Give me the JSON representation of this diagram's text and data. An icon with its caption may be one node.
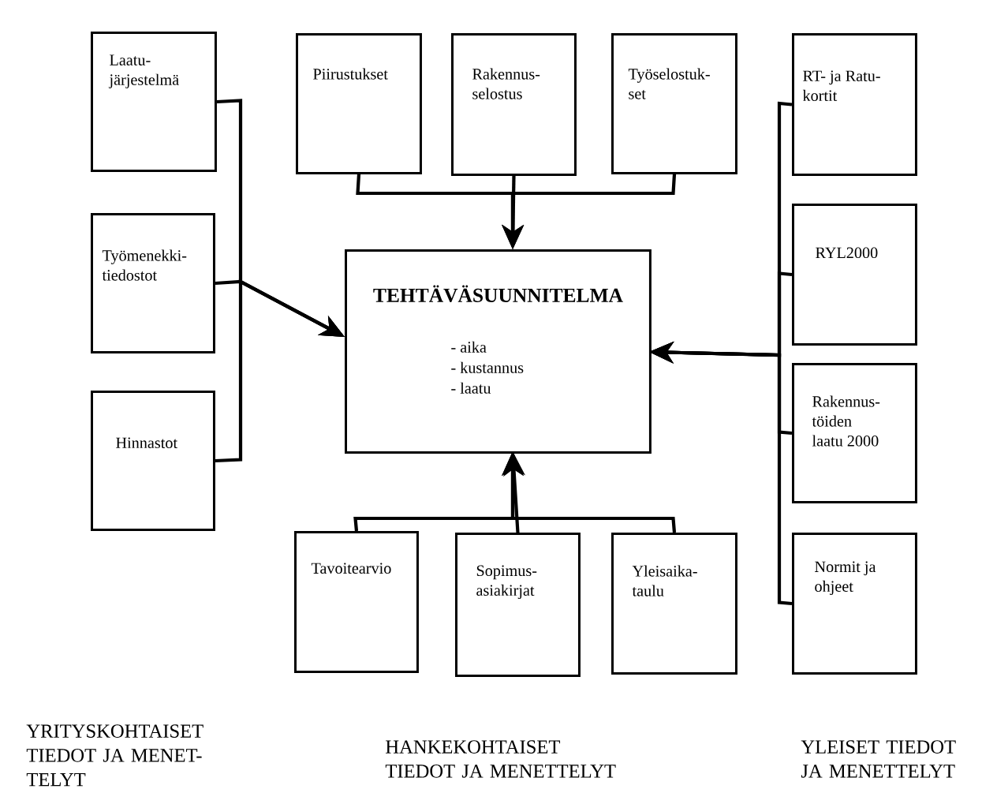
{
  "diagram": {
    "nodes": [
      {
        "text": [
          "Laatu- järjestelmä"
        ]
      },
      {
        "text": [
          "Työmenekki- tiedostot"
        ]
      },
      {
        "text": [
          "Hinnastot"
        ]
      },
      {
        "text": [
          "Piirustukset"
        ]
      },
      {
        "text": [
          "Rakennus- selostus"
        ]
      },
      {
        "text": [
          "Työselostuk- set"
        ]
      },
      {
        "text": [
          "RT- ja Ratu- kortit"
        ]
      },
      {
        "text": [
          "RYL2000"
        ]
      },
      {
        "text": [
          "Rakennus- töiden laatu 2000"
        ]
      },
      {
        "text": [
          "Normit ja ohjeet"
        ]
      },
      {
        "text": [
          "TEHTÄVÄSUUNNITELMA",
          "- aika",
          "- kustannus",
          "- laatu"
        ]
      },
      {
        "text": [
          "Tavoitearvio"
        ]
      },
      {
        "text": [
          "Sopimus- asiakirjat"
        ]
      },
      {
        "text": [
          "Yleisaika- taulu"
        ]
      }
    ],
    "edges": [
      {
        "from": 0,
        "to": 10,
        "arrow": "to"
      },
      {
        "from": 1,
        "to": 10,
        "arrow": "to"
      },
      {
        "from": 2,
        "to": 10,
        "arrow": "to"
      },
      {
        "from": 3,
        "to": 10,
        "arrow": "to"
      },
      {
        "from": 4,
        "to": 10,
        "arrow": "to"
      },
      {
        "from": 5,
        "to": 10,
        "arrow": "to"
      },
      {
        "from": 6,
        "to": 10,
        "arrow": "to"
      },
      {
        "from": 7,
        "to": 10,
        "arrow": "to"
      },
      {
        "from": 8,
        "to": 10,
        "arrow": "to"
      },
      {
        "from": 9,
        "to": 10,
        "arrow": "to"
      },
      {
        "from": 11,
        "to": 10,
        "arrow": "to"
      },
      {
        "from": 12,
        "to": 10,
        "arrow": "to"
      },
      {
        "from": 13,
        "to": 10,
        "arrow": "to"
      }
    ],
    "labels": [
      "YRITYSKOHTAISET TIEDOT JA MENET- TELYT",
      "HANKEKOHTAISET TIEDOT JA MENETTELYT",
      "YLEISET TIEDOT JA MENETTELYT"
    ]
  }
}
